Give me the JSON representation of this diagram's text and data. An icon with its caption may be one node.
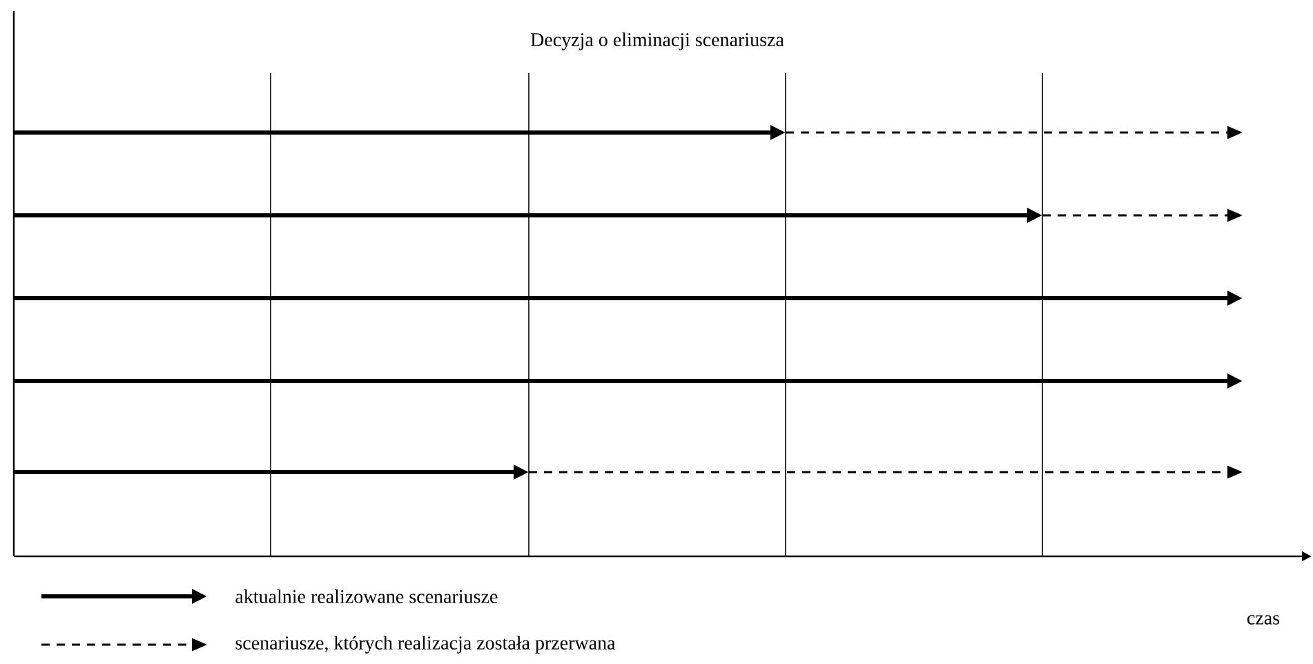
{
  "diagram": {
    "title": "Decyzja o eliminacji scenariusza",
    "labels": [
      "czas"
    ],
    "legend": [
      {
        "text": "aktualnie realizowane scenariusze"
      },
      {
        "text": "scenariusze, których realizacja została przerwana"
      }
    ]
  }
}
